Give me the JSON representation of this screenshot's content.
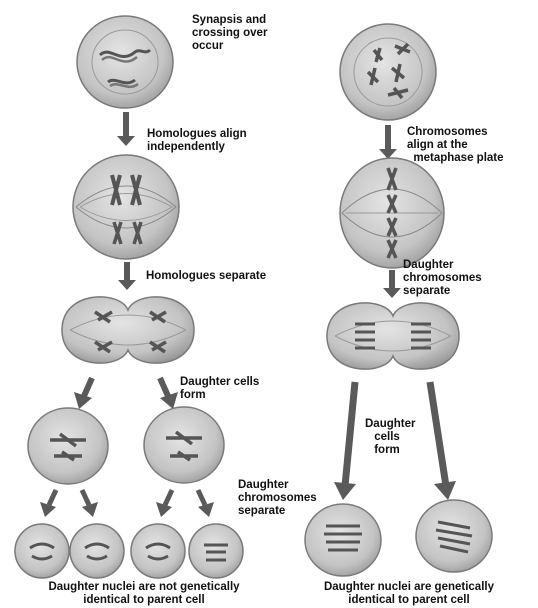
{
  "meiosis": {
    "label_synapsis": "Synapsis and\ncrossing over\noccur",
    "label_homologues_align": "Homologues align\nindependently",
    "label_homologues_separate": "Homologues separate",
    "label_daughter_cells_form": "Daughter cells\nform",
    "label_daughter_chromosomes_separate": "Daughter\nchromosomes\nseparate",
    "caption": "Daughter nuclei are not genetically\nidentical to parent cell"
  },
  "mitosis": {
    "label_chromosomes_align": "Chromosomes\nalign at the\n  metaphase plate",
    "label_daughter_chromosomes_separate": "Daughter\nchromosomes\nseparate",
    "label_daughter_cells_form": "Daughter\ncells\nform",
    "caption": "Daughter nuclei are genetically\nidentical to parent cell"
  },
  "colors": {
    "cell_fill": "#c4c4c4",
    "cell_edge": "#7a7a7a",
    "arrow": "#5a5a5a",
    "chromosome": "#555555"
  }
}
